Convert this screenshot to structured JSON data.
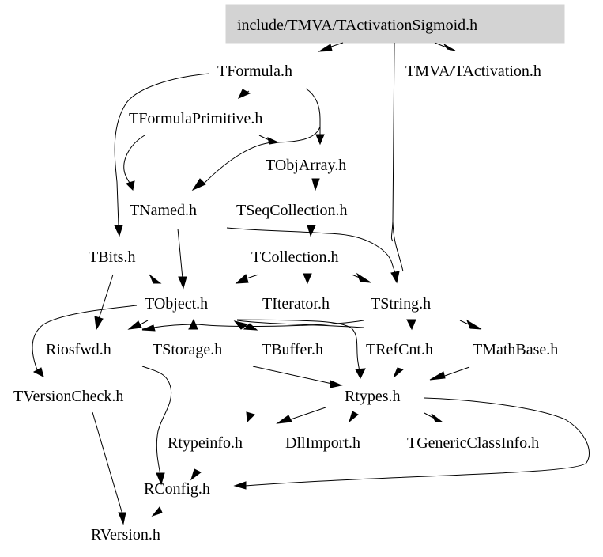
{
  "diagram": {
    "type": "include-dependency-graph",
    "root": "include/TMVA/TActivationSigmoid.h",
    "colors": {
      "root_fill": "#d3d3d3",
      "edge": "#000000",
      "background": "#ffffff"
    },
    "nodes": [
      {
        "id": "root",
        "label": "include/TMVA/TActivationSigmoid.h",
        "highlighted": true
      },
      {
        "id": "TFormula",
        "label": "TFormula.h"
      },
      {
        "id": "TActivation",
        "label": "TMVA/TActivation.h"
      },
      {
        "id": "TFormulaPrimitive",
        "label": "TFormulaPrimitive.h"
      },
      {
        "id": "TObjArray",
        "label": "TObjArray.h"
      },
      {
        "id": "TNamed",
        "label": "TNamed.h"
      },
      {
        "id": "TSeqCollection",
        "label": "TSeqCollection.h"
      },
      {
        "id": "TBits",
        "label": "TBits.h"
      },
      {
        "id": "TCollection",
        "label": "TCollection.h"
      },
      {
        "id": "TObject",
        "label": "TObject.h"
      },
      {
        "id": "TIterator",
        "label": "TIterator.h"
      },
      {
        "id": "TString",
        "label": "TString.h"
      },
      {
        "id": "Riosfwd",
        "label": "Riosfwd.h"
      },
      {
        "id": "TStorage",
        "label": "TStorage.h"
      },
      {
        "id": "TBuffer",
        "label": "TBuffer.h"
      },
      {
        "id": "TRefCnt",
        "label": "TRefCnt.h"
      },
      {
        "id": "TMathBase",
        "label": "TMathBase.h"
      },
      {
        "id": "TVersionCheck",
        "label": "TVersionCheck.h"
      },
      {
        "id": "Rtypes",
        "label": "Rtypes.h"
      },
      {
        "id": "Rtypeinfo",
        "label": "Rtypeinfo.h"
      },
      {
        "id": "DllImport",
        "label": "DllImport.h"
      },
      {
        "id": "TGenericClassInfo",
        "label": "TGenericClassInfo.h"
      },
      {
        "id": "RConfig",
        "label": "RConfig.h"
      },
      {
        "id": "RVersion",
        "label": "RVersion.h"
      }
    ],
    "edges": [
      {
        "from": "root",
        "to": "TFormula"
      },
      {
        "from": "root",
        "to": "TActivation"
      },
      {
        "from": "root",
        "to": "TString"
      },
      {
        "from": "TFormula",
        "to": "TFormulaPrimitive"
      },
      {
        "from": "TFormula",
        "to": "TObjArray"
      },
      {
        "from": "TFormula",
        "to": "TBits"
      },
      {
        "from": "TFormulaPrimitive",
        "to": "TNamed"
      },
      {
        "from": "TFormulaPrimitive",
        "to": "TFormula"
      },
      {
        "from": "TFormulaPrimitive",
        "to": "TNamed",
        "via": "TObjArray-side"
      },
      {
        "from": "TObjArray",
        "to": "TSeqCollection"
      },
      {
        "from": "TSeqCollection",
        "to": "TCollection"
      },
      {
        "from": "TNamed",
        "to": "TObject"
      },
      {
        "from": "TNamed",
        "to": "TString"
      },
      {
        "from": "TBits",
        "to": "TObject"
      },
      {
        "from": "TBits",
        "to": "Riosfwd"
      },
      {
        "from": "TCollection",
        "to": "TObject"
      },
      {
        "from": "TCollection",
        "to": "TIterator"
      },
      {
        "from": "TCollection",
        "to": "TString"
      },
      {
        "from": "TObject",
        "to": "Riosfwd"
      },
      {
        "from": "TObject",
        "to": "TStorage"
      },
      {
        "from": "TObject",
        "to": "TBuffer"
      },
      {
        "from": "TObject",
        "to": "Rtypes"
      },
      {
        "from": "TObject",
        "to": "TVersionCheck"
      },
      {
        "from": "TString",
        "to": "TObject"
      },
      {
        "from": "TString",
        "to": "Riosfwd"
      },
      {
        "from": "TString",
        "to": "TRefCnt"
      },
      {
        "from": "TString",
        "to": "TMathBase"
      },
      {
        "from": "TStorage",
        "to": "Rtypes"
      },
      {
        "from": "TRefCnt",
        "to": "Rtypes"
      },
      {
        "from": "TMathBase",
        "to": "Rtypes"
      },
      {
        "from": "Riosfwd",
        "to": "RConfig"
      },
      {
        "from": "Rtypes",
        "to": "Rtypeinfo"
      },
      {
        "from": "Rtypes",
        "to": "DllImport"
      },
      {
        "from": "Rtypes",
        "to": "TGenericClassInfo"
      },
      {
        "from": "Rtypes",
        "to": "RConfig"
      },
      {
        "from": "Rtypeinfo",
        "to": "RConfig"
      },
      {
        "from": "TVersionCheck",
        "to": "RVersion"
      },
      {
        "from": "RConfig",
        "to": "RVersion"
      }
    ]
  }
}
